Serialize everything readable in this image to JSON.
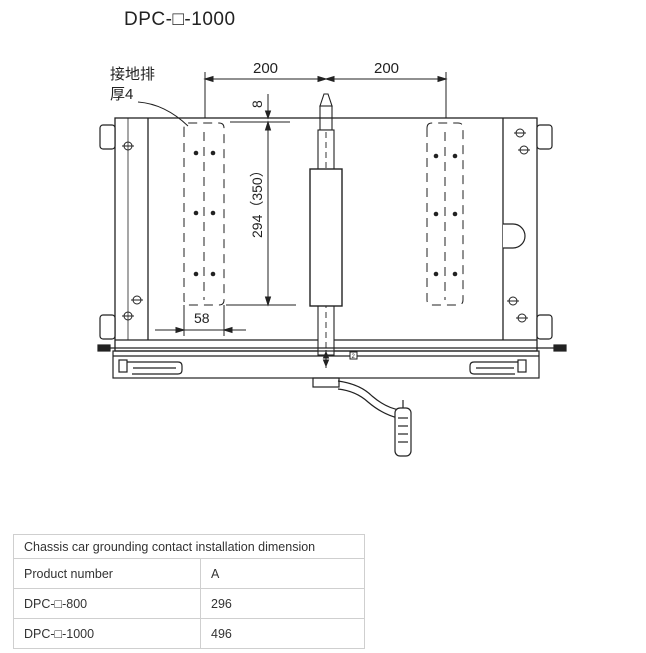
{
  "drawing": {
    "title": "DPC-□-1000",
    "ground_bar_label_line1": "接地排",
    "ground_bar_label_line2": "厚4",
    "dim_left_spacing": "200",
    "dim_right_spacing": "200",
    "dim_offset": "8",
    "dim_height": "294（350）",
    "dim_width": "58",
    "small_box_mark": "2"
  },
  "table": {
    "caption": "Chassis car grounding contact installation dimension",
    "header": [
      "Product number",
      "A"
    ],
    "rows": [
      [
        "DPC-□-800",
        "296"
      ],
      [
        "DPC-□-1000",
        "496"
      ]
    ]
  }
}
